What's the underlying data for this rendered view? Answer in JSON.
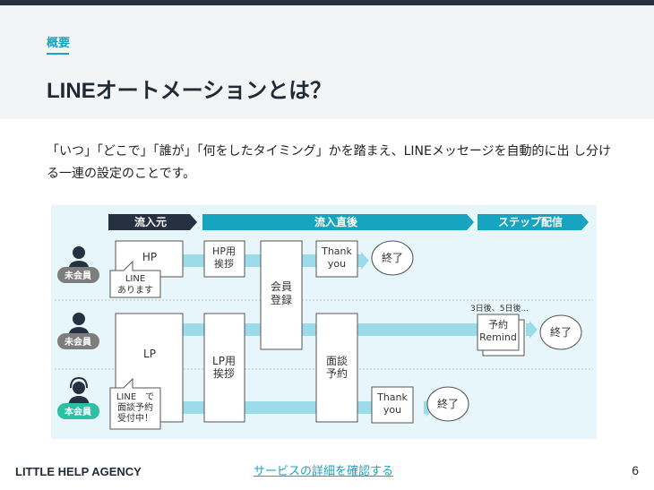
{
  "header": {
    "section_label": "概要",
    "title": "LINEオートメーションとは？"
  },
  "description": "「いつ」「どこで」「誰が」「何をしたタイミング」かを踏まえ、LINEメッセージを自動的に出 し分ける一連の設定のことです。",
  "diagram": {
    "phases": {
      "source": "流入元",
      "direct": "流入直後",
      "step": "ステップ配信"
    },
    "users": {
      "row1": "未会員",
      "row2": "未会員",
      "row3": "本会員"
    },
    "boxes": {
      "hp": "HP",
      "line_note_1": "LINE",
      "line_note_2": "あります",
      "hp_greet_1": "HP用",
      "hp_greet_2": "挨拶",
      "member_1": "会員",
      "member_2": "登録",
      "thanks_1": "Thank",
      "thanks_2": "you",
      "end_1": "終了",
      "lp": "LP",
      "lp_greet_1": "LP用",
      "lp_greet_2": "挨拶",
      "interview_1": "面談",
      "interview_2": "予約",
      "days_label": "3日後、5日後...",
      "remind_1": "予約",
      "remind_2": "Remind",
      "end_2": "終了",
      "lp_note_1": "LINE　で",
      "lp_note_2": "面談予約",
      "lp_note_3": "受付中！",
      "thanks3_1": "Thank",
      "thanks3_2": "you",
      "end_3": "終了"
    },
    "colors": {
      "dark_navy": "#253040",
      "teal": "#17a4c0",
      "light_arrow": "#9cdcea",
      "member_badge": "#2bbfa4",
      "non_member_badge": "#7d7d7d"
    }
  },
  "footer": {
    "agency": "LITTLE HELP AGENCY",
    "link": "サービスの詳細を確認する",
    "page_number": "6"
  }
}
